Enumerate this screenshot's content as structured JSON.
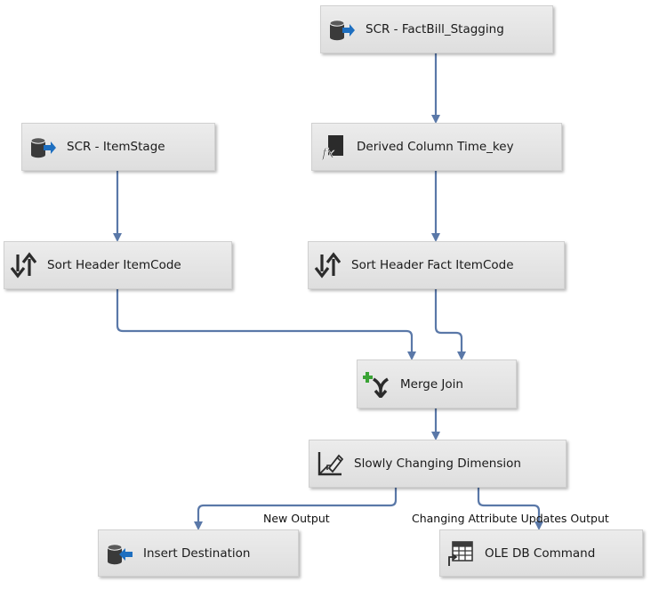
{
  "nodes": {
    "scr_factbill": {
      "label": "SCR - FactBill_Stagging",
      "icon": "ole-db-source-icon"
    },
    "scr_itemstage": {
      "label": "SCR - ItemStage",
      "icon": "ole-db-source-icon"
    },
    "derived_column": {
      "label": "Derived Column Time_key",
      "icon": "derived-column-icon"
    },
    "sort_item": {
      "label": "Sort Header ItemCode",
      "icon": "sort-icon"
    },
    "sort_fact": {
      "label": "Sort Header Fact ItemCode",
      "icon": "sort-icon"
    },
    "merge_join": {
      "label": "Merge Join",
      "icon": "merge-join-icon"
    },
    "scd": {
      "label": "Slowly Changing Dimension",
      "icon": "slowly-changing-dimension-icon"
    },
    "insert_dest": {
      "label": "Insert Destination",
      "icon": "ole-db-destination-icon"
    },
    "ole_db_command": {
      "label": "OLE DB Command",
      "icon": "ole-db-command-icon"
    }
  },
  "outputs": {
    "new_output": "New Output",
    "changing_attribute": "Changing Attribute Updates Output"
  },
  "colors": {
    "arrow": "#5a78a8",
    "node_fill": "#e4e4e4",
    "source_blue": "#1e6fc0",
    "merge_green": "#3aa335"
  }
}
